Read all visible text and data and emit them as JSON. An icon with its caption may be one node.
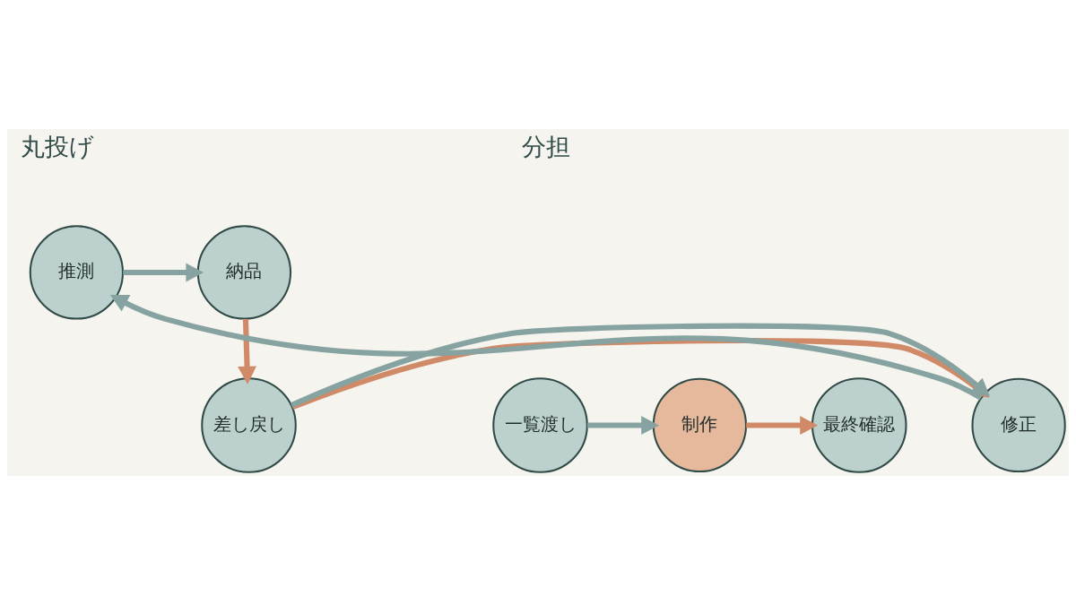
{
  "diagram": {
    "nodes": [
      {
        "text": [
          "推測"
        ]
      },
      {
        "text": [
          "納品"
        ]
      },
      {
        "text": [
          "差し戻し"
        ]
      },
      {
        "text": [
          "修正"
        ]
      },
      {
        "text": [
          "一覧渡し"
        ]
      },
      {
        "text": [
          "制作"
        ]
      },
      {
        "text": [
          "最終確認"
        ]
      }
    ],
    "edges": [
      {
        "from": 0,
        "to": 1,
        "arrow": "to"
      },
      {
        "from": 1,
        "to": 2,
        "arrow": "to",
        "color": "#d08a67"
      },
      {
        "from": 2,
        "to": 3,
        "arrow": "to",
        "color": "#d08a67"
      },
      {
        "from": 2,
        "to": 3,
        "arrow": "to"
      },
      {
        "from": 3,
        "to": 0,
        "arrow": "to"
      },
      {
        "from": 4,
        "to": 5,
        "arrow": "to"
      },
      {
        "from": 5,
        "to": 6,
        "arrow": "to",
        "color": "#d08a67"
      }
    ],
    "labels": [
      "丸投げ",
      "分担"
    ]
  }
}
